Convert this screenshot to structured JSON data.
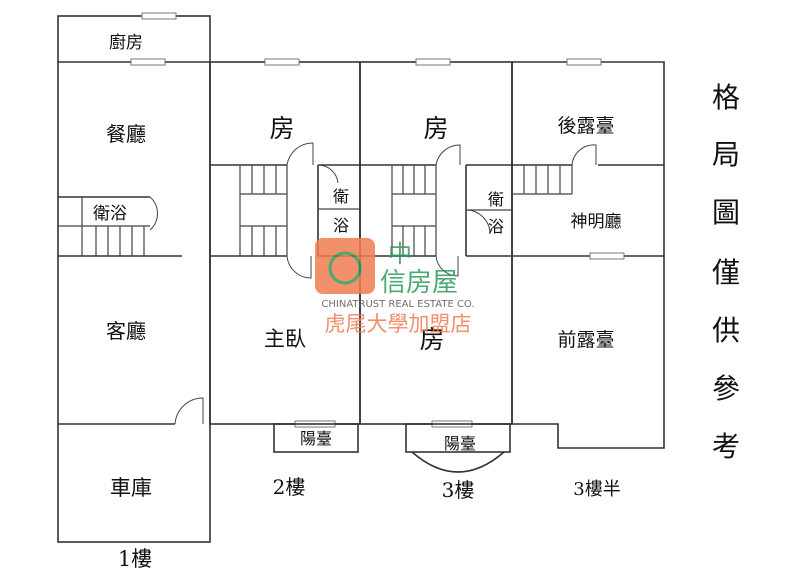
{
  "floor1": {
    "kitchen": "廚房",
    "dining": "餐廳",
    "bath": "衛浴",
    "living": "客廳",
    "garage": "車庫",
    "floor_label": "1樓"
  },
  "floor2": {
    "room": "房",
    "bath_a": "衛",
    "bath_b": "浴",
    "master": "主臥",
    "balcony": "陽臺",
    "floor_label": "2樓"
  },
  "floor3": {
    "room_top": "房",
    "bath_a": "衛",
    "bath_b": "浴",
    "room_bottom": "房",
    "balcony": "陽臺",
    "floor_label": "3樓"
  },
  "floor3half": {
    "rear_terrace": "後露臺",
    "shrine": "神明廳",
    "front_terrace": "前露臺",
    "floor_label": "3樓半"
  },
  "side_note": [
    "格",
    "局",
    "圖",
    "僅",
    "供",
    "參",
    "考"
  ],
  "watermark": {
    "brand_line1": "中",
    "brand_line2": "信房屋",
    "english": "CHINATRUST REAL ESTATE CO.",
    "branch": "虎尾大學加盟店",
    "colors": {
      "orange": "#ef7d52",
      "green": "#2e9a5a"
    }
  }
}
